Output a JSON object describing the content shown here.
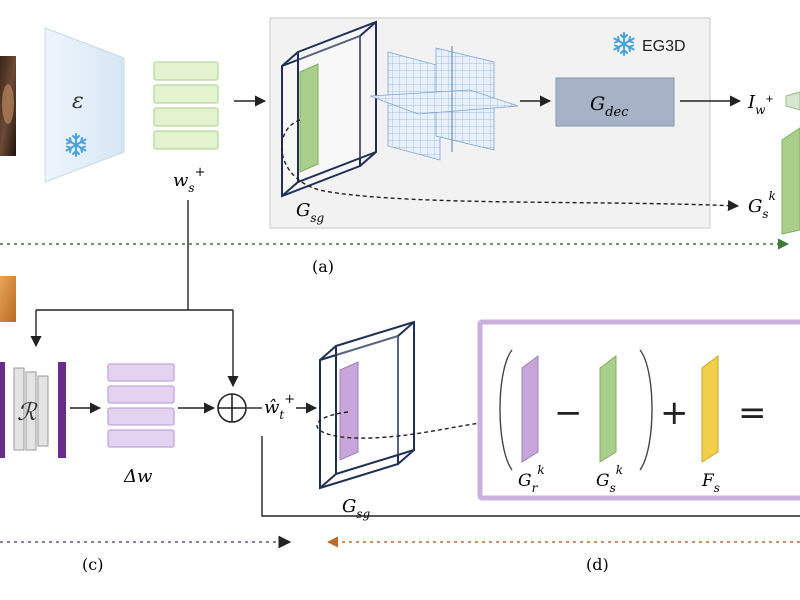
{
  "encoder": {
    "symbol": "ε",
    "frozen_icon": "snowflake-icon"
  },
  "latent": {
    "main": "w",
    "sub": "s",
    "sup": "+"
  },
  "eg3d_panel": {
    "title": "EG3D",
    "frozen_icon": "snowflake-icon",
    "generator_main": "G",
    "generator_sub": "sg",
    "decoder_main": "G",
    "decoder_sub": "dec"
  },
  "outputs": {
    "image_main": "I",
    "image_sub": "w",
    "image_sub_sup": "+",
    "feature_main": "G",
    "feature_sub": "s",
    "feature_sup": "k"
  },
  "captions": {
    "a": "(a)",
    "c": "(c)",
    "d": "(d)"
  },
  "refiner": {
    "symbol": "ℛ"
  },
  "delta": {
    "label": "Δw"
  },
  "sum": {
    "symbol": "⊕"
  },
  "target_latent": {
    "main": "ŵ",
    "sub": "t",
    "sup": "+"
  },
  "lower_generator": {
    "main": "G",
    "sub": "sg"
  },
  "equation": {
    "minus": "−",
    "plus": "+",
    "equals": "=",
    "term1_main": "G",
    "term1_sub": "r",
    "term1_sup": "k",
    "term2_main": "G",
    "term2_sub": "s",
    "term2_sup": "k",
    "term3_main": "F",
    "term3_sub": "s"
  },
  "colors": {
    "green_plane": "#a9cf8a",
    "purple_plane": "#c8a6dc",
    "yellow_plane": "#f2cf4a",
    "box_outline": "#1f2f55",
    "panel_fill": "#f2f2f2",
    "decoder_fill": "#a6b3c6",
    "encoder_fill": "#e4eef8",
    "equation_border": "#c9b0de",
    "refiner_bar": "#6a2c8a",
    "dotted_green": "#3d7a3a",
    "dotted_orange": "#c06a2a",
    "snowflake": "#4aa3d8"
  }
}
